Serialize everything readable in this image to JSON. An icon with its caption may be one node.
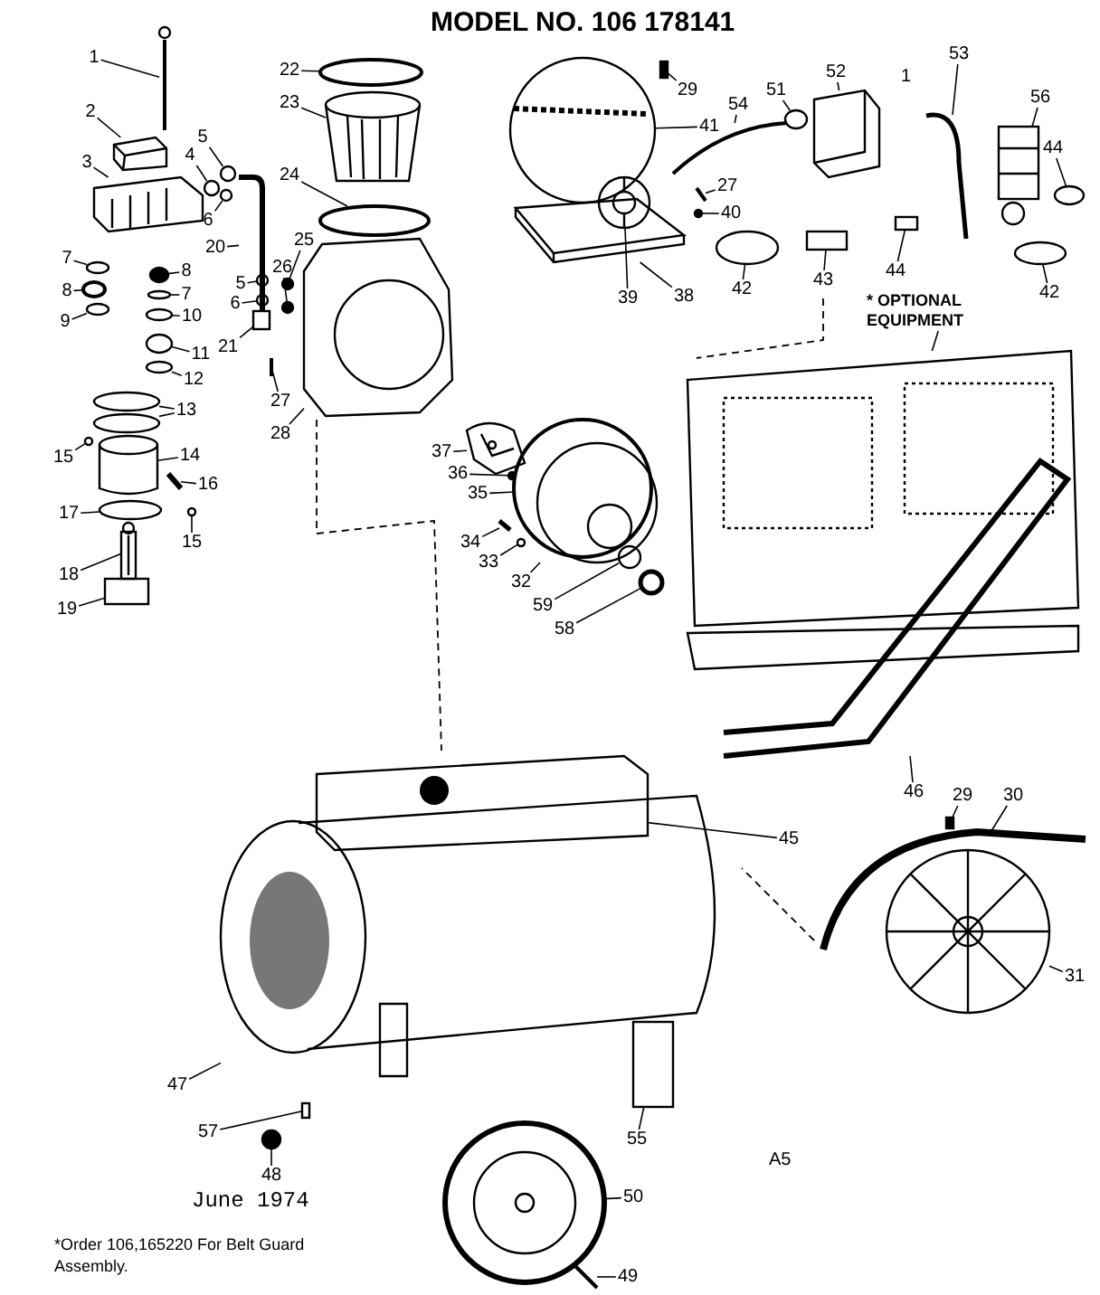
{
  "diagram": {
    "title": "MODEL NO. 106 178141",
    "nodes": [
      {
        "text": [
          "1"
        ]
      },
      {
        "text": [
          "22"
        ]
      },
      {
        "text": [
          "29"
        ]
      },
      {
        "text": [
          "52"
        ]
      },
      {
        "text": [
          "51"
        ]
      },
      {
        "text": [
          "53"
        ]
      },
      {
        "text": [
          "56"
        ]
      },
      {
        "text": [
          "23"
        ]
      },
      {
        "text": [
          "2"
        ]
      },
      {
        "text": [
          "54"
        ]
      },
      {
        "text": [
          "41"
        ]
      },
      {
        "text": [
          "44"
        ]
      },
      {
        "text": [
          "4"
        ]
      },
      {
        "text": [
          "5"
        ]
      },
      {
        "text": [
          "3"
        ]
      },
      {
        "text": [
          "24"
        ]
      },
      {
        "text": [
          "27"
        ]
      },
      {
        "text": [
          "40"
        ]
      },
      {
        "text": [
          "6"
        ]
      },
      {
        "text": [
          "25"
        ]
      },
      {
        "text": [
          "7"
        ]
      },
      {
        "text": [
          "20"
        ]
      },
      {
        "text": [
          "26"
        ]
      },
      {
        "text": [
          "8"
        ]
      },
      {
        "text": [
          "44"
        ]
      },
      {
        "text": [
          "43"
        ]
      },
      {
        "text": [
          "5"
        ]
      },
      {
        "text": [
          "8"
        ]
      },
      {
        "text": [
          "42"
        ]
      },
      {
        "text": [
          "42"
        ]
      },
      {
        "text": [
          "7"
        ]
      },
      {
        "text": [
          "39"
        ]
      },
      {
        "text": [
          "38"
        ]
      },
      {
        "text": [
          "6"
        ]
      },
      {
        "text": [
          "10"
        ]
      },
      {
        "text": [
          "9"
        ]
      },
      {
        "text": [
          "21"
        ]
      },
      {
        "text": [
          "* OPTIONAL EQUIPMENT"
        ]
      },
      {
        "text": [
          "11"
        ]
      },
      {
        "text": [
          "12"
        ]
      },
      {
        "text": [
          "27"
        ]
      },
      {
        "text": [
          "13"
        ]
      },
      {
        "text": [
          "28"
        ]
      },
      {
        "text": [
          "37"
        ]
      },
      {
        "text": [
          "14"
        ]
      },
      {
        "text": [
          "15"
        ]
      },
      {
        "text": [
          "36"
        ]
      },
      {
        "text": [
          "16"
        ]
      },
      {
        "text": [
          "35"
        ]
      },
      {
        "text": [
          "17"
        ]
      },
      {
        "text": [
          "34"
        ]
      },
      {
        "text": [
          "15"
        ]
      },
      {
        "text": [
          "33"
        ]
      },
      {
        "text": [
          "59"
        ]
      },
      {
        "text": [
          "18"
        ]
      },
      {
        "text": [
          "32"
        ]
      },
      {
        "text": [
          "19"
        ]
      },
      {
        "text": [
          "58"
        ]
      },
      {
        "text": [
          "46"
        ]
      },
      {
        "text": [
          "29"
        ]
      },
      {
        "text": [
          "30"
        ]
      },
      {
        "text": [
          "45"
        ]
      },
      {
        "text": [
          "31"
        ]
      },
      {
        "text": [
          "47"
        ]
      },
      {
        "text": [
          "57"
        ]
      },
      {
        "text": [
          "55"
        ]
      },
      {
        "text": [
          "48"
        ]
      },
      {
        "text": [
          "50"
        ]
      },
      {
        "text": [
          "49"
        ]
      },
      {
        "text": [],
        "shape": "picture"
      },
      {
        "text": [],
        "shape": "circle"
      },
      {
        "text": [],
        "shape": "box"
      },
      {
        "text": [],
        "shape": "picture"
      },
      {
        "text": [],
        "shape": "circle"
      },
      {
        "text": [],
        "shape": "picture"
      },
      {
        "text": [],
        "shape": "picture"
      },
      {
        "text": [],
        "shape": "picture"
      },
      {
        "text": [],
        "shape": "picture"
      },
      {
        "text": [],
        "shape": "picture"
      },
      {
        "text": [],
        "shape": "picture"
      },
      {
        "text": [],
        "shape": "circle"
      },
      {
        "text": [],
        "shape": "circle"
      },
      {
        "text": [],
        "shape": "circle"
      },
      {
        "text": [],
        "shape": "picture"
      },
      {
        "text": [],
        "shape": "circle"
      },
      {
        "text": [],
        "shape": "picture"
      },
      {
        "text": [],
        "shape": "circle"
      },
      {
        "text": [],
        "shape": "circle"
      },
      {
        "text": [],
        "shape": "circle"
      },
      {
        "text": [],
        "shape": "circle"
      },
      {
        "text": [],
        "shape": "picture"
      },
      {
        "text": [],
        "shape": "circle"
      },
      {
        "text": [],
        "shape": "circle"
      },
      {
        "text": [],
        "shape": "box"
      },
      {
        "text": [],
        "shape": "box"
      },
      {
        "text": [],
        "shape": "circle"
      },
      {
        "text": [],
        "shape": "circle"
      },
      {
        "text": [],
        "shape": "circle"
      },
      {
        "text": [],
        "shape": "circle"
      },
      {
        "text": [],
        "shape": "circle"
      },
      {
        "text": [],
        "shape": "picture"
      },
      {
        "text": [],
        "shape": "picture"
      },
      {
        "text": [],
        "shape": "circle"
      },
      {
        "text": [],
        "shape": "circle"
      },
      {
        "text": [],
        "shape": "circle"
      },
      {
        "text": [],
        "shape": "box"
      },
      {
        "text": [],
        "shape": "picture"
      },
      {
        "text": [],
        "shape": "circle"
      },
      {
        "text": [],
        "shape": "circle"
      },
      {
        "text": [],
        "shape": "picture"
      },
      {
        "text": [],
        "shape": "circle"
      },
      {
        "text": [],
        "shape": "circle"
      },
      {
        "text": [],
        "shape": "picture"
      },
      {
        "text": [],
        "shape": "picture"
      },
      {
        "text": [],
        "shape": "picture"
      },
      {
        "text": [],
        "shape": "circle"
      },
      {
        "text": [],
        "shape": "circle"
      },
      {
        "text": [],
        "shape": "picture"
      },
      {
        "text": [],
        "shape": "circle"
      },
      {
        "text": [],
        "shape": "circle"
      },
      {
        "text": [],
        "shape": "picture"
      },
      {
        "text": [],
        "shape": "circle"
      },
      {
        "text": [],
        "shape": "circle"
      },
      {
        "text": [],
        "shape": "circle"
      },
      {
        "text": [],
        "shape": "picture"
      },
      {
        "text": [],
        "shape": "picture"
      },
      {
        "text": [],
        "shape": "box"
      },
      {
        "text": [],
        "shape": "circle"
      },
      {
        "text": [],
        "shape": "picture"
      },
      {
        "text": [],
        "shape": "box"
      },
      {
        "text": [],
        "shape": "picture"
      },
      {
        "text": [],
        "shape": "picture"
      },
      {
        "text": [],
        "shape": "picture"
      },
      {
        "text": [],
        "shape": "picture"
      },
      {
        "text": [],
        "shape": "box"
      },
      {
        "text": [],
        "shape": "box"
      },
      {
        "text": [],
        "shape": "circle"
      },
      {
        "text": [],
        "shape": "picture"
      },
      {
        "text": [],
        "shape": "picture"
      }
    ],
    "edges": [
      {
        "from": 0,
        "to": 69,
        "arrow": "none"
      },
      {
        "from": 1,
        "to": 70,
        "arrow": "none"
      },
      {
        "from": 2,
        "to": 71,
        "arrow": "none"
      },
      {
        "from": 3,
        "to": 72,
        "arrow": "none"
      },
      {
        "from": 4,
        "to": 73,
        "arrow": "none"
      },
      {
        "from": 5,
        "to": 74,
        "arrow": "none"
      },
      {
        "from": 6,
        "to": 75,
        "arrow": "none"
      },
      {
        "from": 7,
        "to": 76,
        "arrow": "none"
      },
      {
        "from": 8,
        "to": 77,
        "arrow": "none"
      },
      {
        "from": 9,
        "to": 78,
        "arrow": "none"
      },
      {
        "from": 10,
        "to": 79,
        "arrow": "none"
      },
      {
        "from": 11,
        "to": 80,
        "arrow": "none"
      },
      {
        "from": 12,
        "to": 81,
        "arrow": "none"
      },
      {
        "from": 13,
        "to": 82,
        "arrow": "none"
      },
      {
        "from": 14,
        "to": 83,
        "arrow": "none"
      },
      {
        "from": 15,
        "to": 84,
        "arrow": "none"
      },
      {
        "from": 16,
        "to": 85,
        "arrow": "none"
      },
      {
        "from": 17,
        "to": 86,
        "arrow": "none"
      },
      {
        "from": 18,
        "to": 87,
        "arrow": "none"
      },
      {
        "from": 19,
        "to": 88,
        "arrow": "none"
      },
      {
        "from": 20,
        "to": 89,
        "arrow": "none"
      },
      {
        "from": 21,
        "to": 90,
        "arrow": "none"
      },
      {
        "from": 22,
        "to": 91,
        "arrow": "none"
      },
      {
        "from": 23,
        "to": 92,
        "arrow": "none"
      },
      {
        "from": 24,
        "to": 93,
        "arrow": "none"
      },
      {
        "from": 25,
        "to": 94,
        "arrow": "none"
      },
      {
        "from": 26,
        "to": 95,
        "arrow": "none"
      },
      {
        "from": 27,
        "to": 96,
        "arrow": "none"
      },
      {
        "from": 28,
        "to": 97,
        "arrow": "none"
      },
      {
        "from": 29,
        "to": 98,
        "arrow": "none"
      },
      {
        "from": 30,
        "to": 99,
        "arrow": "none"
      },
      {
        "from": 31,
        "to": 100,
        "arrow": "none"
      },
      {
        "from": 32,
        "to": 101,
        "arrow": "none"
      },
      {
        "from": 33,
        "to": 102,
        "arrow": "none"
      },
      {
        "from": 34,
        "to": 103,
        "arrow": "none"
      },
      {
        "from": 35,
        "to": 104,
        "arrow": "none"
      },
      {
        "from": 36,
        "to": 105,
        "arrow": "none"
      },
      {
        "from": 37,
        "to": 106,
        "arrow": "none"
      },
      {
        "from": 38,
        "to": 107,
        "arrow": "none"
      },
      {
        "from": 39,
        "to": 108,
        "arrow": "none"
      },
      {
        "from": 40,
        "to": 109,
        "arrow": "none"
      },
      {
        "from": 41,
        "to": 110,
        "arrow": "none"
      },
      {
        "from": 41,
        "to": 111,
        "arrow": "none"
      },
      {
        "from": 42,
        "to": 112,
        "arrow": "none"
      },
      {
        "from": 43,
        "to": 113,
        "arrow": "none"
      },
      {
        "from": 44,
        "to": 114,
        "arrow": "none"
      },
      {
        "from": 45,
        "to": 115,
        "arrow": "none"
      },
      {
        "from": 46,
        "to": 116,
        "arrow": "none"
      },
      {
        "from": 47,
        "to": 117,
        "arrow": "none"
      },
      {
        "from": 48,
        "to": 118,
        "arrow": "none"
      },
      {
        "from": 49,
        "to": 119,
        "arrow": "none"
      },
      {
        "from": 50,
        "to": 120,
        "arrow": "none"
      },
      {
        "from": 51,
        "to": 121,
        "arrow": "none"
      },
      {
        "from": 52,
        "to": 122,
        "arrow": "none"
      },
      {
        "from": 53,
        "to": 123,
        "arrow": "none"
      },
      {
        "from": 54,
        "to": 124,
        "arrow": "none"
      },
      {
        "from": 55,
        "to": 125,
        "arrow": "none"
      },
      {
        "from": 56,
        "to": 126,
        "arrow": "none"
      },
      {
        "from": 57,
        "to": 127,
        "arrow": "none"
      },
      {
        "from": 58,
        "to": 128,
        "arrow": "none"
      },
      {
        "from": 59,
        "to": 129,
        "arrow": "none"
      },
      {
        "from": 60,
        "to": 130,
        "arrow": "none"
      },
      {
        "from": 61,
        "to": 131,
        "arrow": "none"
      },
      {
        "from": 62,
        "to": 132,
        "arrow": "none"
      },
      {
        "from": 63,
        "to": 133,
        "arrow": "none"
      },
      {
        "from": 64,
        "to": 134,
        "arrow": "none"
      },
      {
        "from": 65,
        "to": 135,
        "arrow": "none"
      },
      {
        "from": 66,
        "to": 136,
        "arrow": "none"
      },
      {
        "from": 67,
        "to": 137,
        "arrow": "none"
      },
      {
        "from": 68,
        "to": 138,
        "arrow": "none"
      }
    ],
    "labels": [
      "1",
      "June 1974",
      "A5",
      "*Order 106,165220 For Belt Guard Assembly."
    ]
  }
}
